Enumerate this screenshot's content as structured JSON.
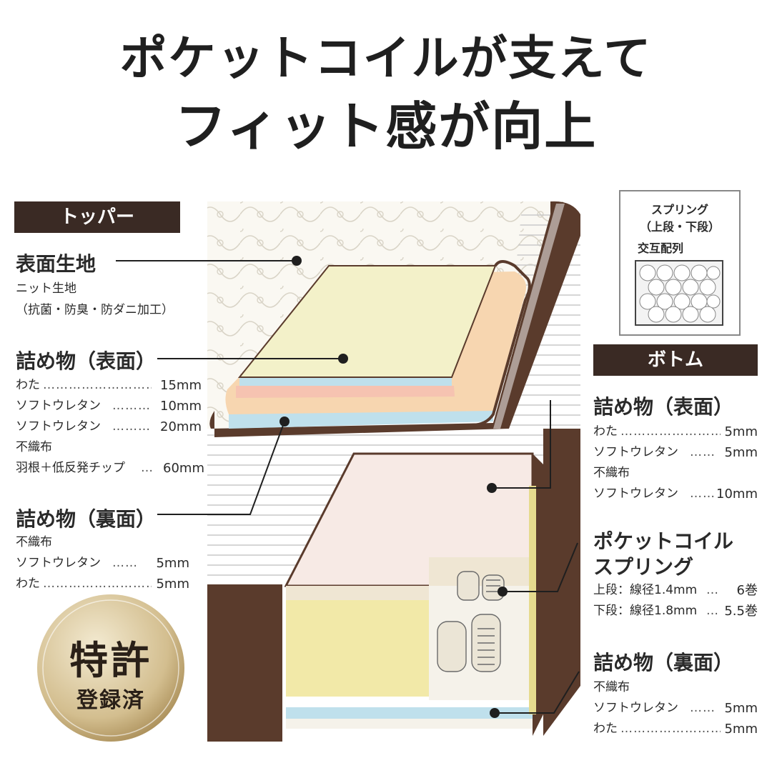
{
  "headline": {
    "line1": "ポケットコイルが支えて",
    "line2": "フィット感が向上"
  },
  "topper": {
    "tag": "トッパー",
    "surface": {
      "title": "表面生地",
      "lines": [
        "ニット生地",
        "（抗菌・防臭・防ダニ加工）"
      ]
    },
    "filling_top": {
      "title": "詰め物（表面）",
      "specs": [
        {
          "label": "わた",
          "value": "15mm"
        },
        {
          "label": "ソフトウレタン",
          "value": "10mm"
        },
        {
          "label": "ソフトウレタン",
          "value": "20mm"
        },
        {
          "label": "不織布",
          "value": ""
        },
        {
          "label": "羽根＋低反発チップ",
          "value": "60mm"
        }
      ]
    },
    "filling_back": {
      "title": "詰め物（裏面）",
      "specs": [
        {
          "label": "不織布",
          "value": ""
        },
        {
          "label": "ソフトウレタン",
          "value": "5mm"
        },
        {
          "label": "わた",
          "value": "5mm"
        }
      ]
    }
  },
  "inset": {
    "line1": "スプリング",
    "line2": "（上段・下段）",
    "line3": "交互配列"
  },
  "bottom": {
    "tag": "ボトム",
    "filling_top": {
      "title": "詰め物（表面）",
      "specs": [
        {
          "label": "わた",
          "value": "5mm"
        },
        {
          "label": "ソフトウレタン",
          "value": "5mm"
        },
        {
          "label": "不織布",
          "value": ""
        },
        {
          "label": "ソフトウレタン",
          "value": "10mm"
        }
      ]
    },
    "spring": {
      "title1": "ポケットコイル",
      "title2": "スプリング",
      "specs": [
        {
          "label": "上段：線径1.4mm",
          "value": "6巻"
        },
        {
          "label": "下段：線径1.8mm",
          "value": "5.5巻"
        }
      ]
    },
    "filling_back": {
      "title": "詰め物（裏面）",
      "specs": [
        {
          "label": "不織布",
          "value": ""
        },
        {
          "label": "ソフトウレタン",
          "value": "5mm"
        },
        {
          "label": "わた",
          "value": "5mm"
        }
      ]
    }
  },
  "badge": {
    "line1": "特許",
    "line2": "登録済"
  },
  "colors": {
    "tag_bg": "#3a2a24",
    "frame_brown": "#5a3b2c",
    "cream": "#f3efe5",
    "yellow": "#f2e9a8",
    "peach": "#f5cfa8",
    "pink": "#f6c3b1",
    "blue": "#bfe0ec",
    "gold": "#c9b48a"
  }
}
